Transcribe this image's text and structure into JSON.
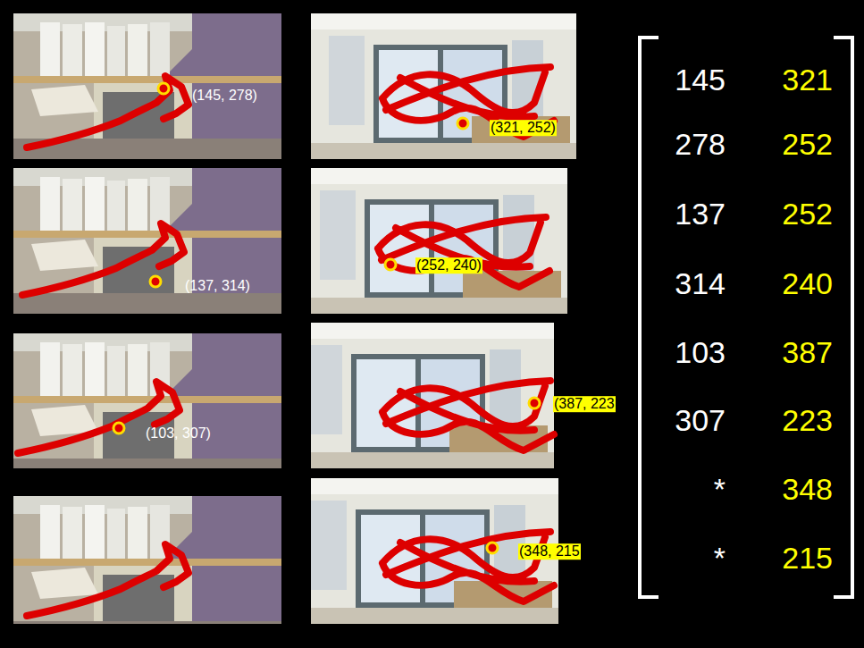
{
  "diagram": {
    "labels": [
      "(145, 278)",
      "(321, 252)",
      "(137, 314)",
      "(252, 240)",
      "(103, 307)",
      "(387, 223",
      "(348, 215",
      "145",
      "321",
      "278",
      "252",
      "137",
      "252",
      "314",
      "240",
      "103",
      "387",
      "307",
      "223",
      "*",
      "348",
      "*",
      "215"
    ]
  }
}
